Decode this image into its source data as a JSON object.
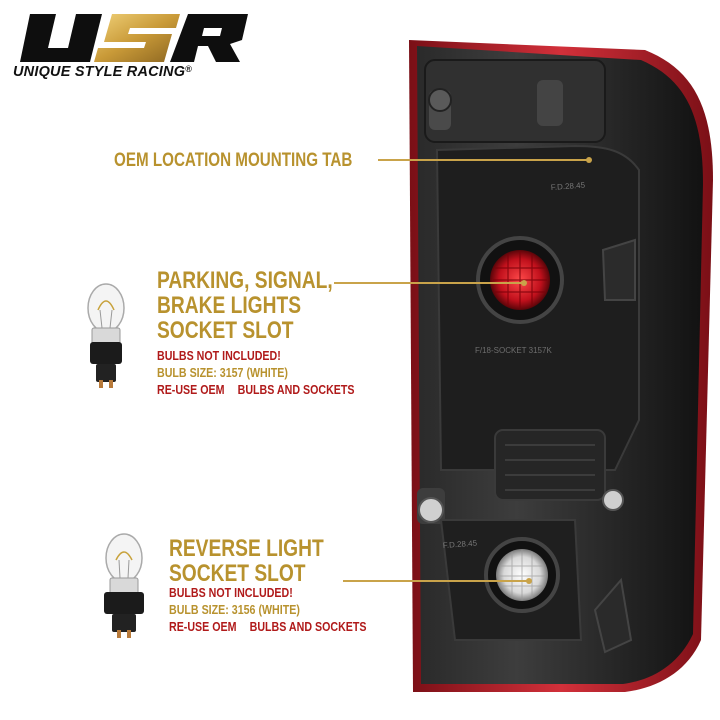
{
  "brand": {
    "logo_text": "USR",
    "name": "UNIQUE STYLE RACING",
    "registered_mark": "®"
  },
  "callouts": {
    "mounting_tab": "OEM LOCATION MOUNTING TAB",
    "parking": {
      "title_lines": [
        "PARKING, SIGNAL,",
        "BRAKE LIGHTS",
        "SOCKET SLOT"
      ],
      "warning": "BULBS NOT INCLUDED!",
      "bulb_size": "BULB SIZE: 3157 (WHITE)",
      "reuse_a": "RE-USE OEM",
      "reuse_b": "BULBS AND SOCKETS"
    },
    "reverse": {
      "title_lines": [
        "REVERSE LIGHT",
        "SOCKET SLOT"
      ],
      "warning": "BULBS NOT INCLUDED!",
      "bulb_size": "BULB SIZE: 3156 (WHITE)",
      "reuse_a": "RE-USE OEM",
      "reuse_b": "BULBS AND SOCKETS"
    }
  },
  "housing_marks": {
    "code_upper": "F.D.28.45",
    "code_lower": "F.D.28.45",
    "socket_text": "F/18-SOCKET 3157K"
  },
  "colors": {
    "gold": "#c9a34a",
    "gold_text": "#b8922e",
    "red_text": "#b01a1a",
    "lamp_red": "#c0202a",
    "housing_black": "#1a1a1a"
  }
}
